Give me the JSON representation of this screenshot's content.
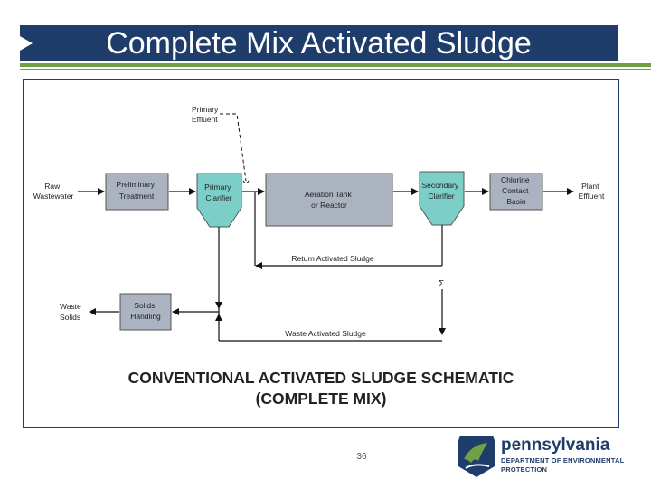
{
  "slide": {
    "title": "Complete Mix Activated Sludge",
    "page_number": "36"
  },
  "diagram": {
    "primary_effluent": [
      "Primary",
      "Effluent"
    ],
    "raw_wastewater": [
      "Raw",
      "Wastewater"
    ],
    "preliminary_treatment": [
      "Preliminary",
      "Treatment"
    ],
    "primary_clarifier": [
      "Primary",
      "Clarifier"
    ],
    "aeration_tank": [
      "Aeration Tank",
      "or Reactor"
    ],
    "secondary_clarifier": [
      "Secondary",
      "Clarifier"
    ],
    "chlorine_contact_basin": [
      "Chlorine",
      "Contact",
      "Basin"
    ],
    "plant_effluent": [
      "Plant",
      "Effluent"
    ],
    "return_activated_sludge": "Return Activated Sludge",
    "waste_solids": [
      "Waste",
      "Solids"
    ],
    "solids_handling": [
      "Solids",
      "Handling"
    ],
    "waste_activated_sludge": "Waste Activated Sludge",
    "caption_line1": "CONVENTIONAL ACTIVATED SLUDGE SCHEMATIC",
    "caption_line2": "(COMPLETE MIX)",
    "colors": {
      "box_fill": "#aab3bf",
      "clarifier_fill": "#7ccfc9",
      "line": "#111111"
    }
  },
  "logo": {
    "word": "pennsylvania",
    "line1": "DEPARTMENT OF ENVIRONMENTAL",
    "line2": "PROTECTION",
    "icon": "keystone-icon"
  }
}
